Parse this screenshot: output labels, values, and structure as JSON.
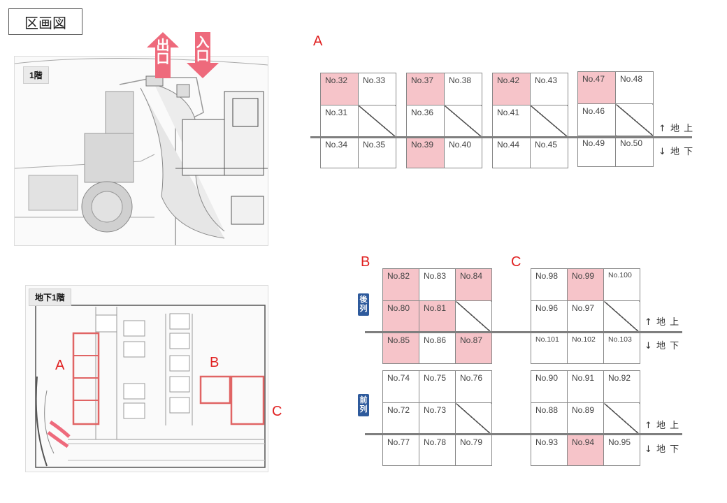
{
  "title": "区画図",
  "floor1": {
    "label": "1階",
    "exit_label": "出口",
    "entrance_label": "入口"
  },
  "floor_b1": {
    "label": "地下1階"
  },
  "plan_letters": {
    "a": "A",
    "b": "B",
    "c": "C"
  },
  "sections": {
    "a": {
      "label": "A"
    },
    "b": {
      "label": "B"
    },
    "c": {
      "label": "C"
    }
  },
  "directions": {
    "above": "↑ 地 上",
    "below": "↓ 地 下"
  },
  "row_tags": {
    "back": "後列",
    "front": "前列"
  },
  "colors": {
    "highlight": "#f6c4c9",
    "accent_red": "#e02020",
    "arrow_pink": "#ee6a7c",
    "row_tag_blue": "#2e5a9c"
  },
  "blocks": {
    "a1": {
      "top": [
        {
          "label": "No.32",
          "hl": true
        },
        {
          "label": "No.33",
          "hl": false
        }
      ],
      "middle": {
        "label": "No.31",
        "hl": false
      },
      "bottom": [
        {
          "label": "No.34",
          "hl": false
        },
        {
          "label": "No.35",
          "hl": false
        }
      ]
    },
    "a2": {
      "top": [
        {
          "label": "No.37",
          "hl": true
        },
        {
          "label": "No.38",
          "hl": false
        }
      ],
      "middle": {
        "label": "No.36",
        "hl": false
      },
      "bottom": [
        {
          "label": "No.39",
          "hl": true
        },
        {
          "label": "No.40",
          "hl": false
        }
      ]
    },
    "a3": {
      "top": [
        {
          "label": "No.42",
          "hl": true
        },
        {
          "label": "No.43",
          "hl": false
        }
      ],
      "middle": {
        "label": "No.41",
        "hl": false
      },
      "bottom": [
        {
          "label": "No.44",
          "hl": false
        },
        {
          "label": "No.45",
          "hl": false
        }
      ]
    },
    "a4": {
      "top": [
        {
          "label": "No.47",
          "hl": true
        },
        {
          "label": "No.48",
          "hl": false
        }
      ],
      "middle": {
        "label": "No.46",
        "hl": false
      },
      "bottom": [
        {
          "label": "No.49",
          "hl": false
        },
        {
          "label": "No.50",
          "hl": false
        }
      ]
    },
    "b_back": {
      "top": [
        {
          "label": "No.82",
          "hl": true
        },
        {
          "label": "No.83",
          "hl": false
        },
        {
          "label": "No.84",
          "hl": true
        }
      ],
      "middle": [
        {
          "label": "No.80",
          "hl": true
        },
        {
          "label": "No.81",
          "hl": true
        }
      ],
      "bottom": [
        {
          "label": "No.85",
          "hl": true
        },
        {
          "label": "No.86",
          "hl": false
        },
        {
          "label": "No.87",
          "hl": true
        }
      ]
    },
    "b_front": {
      "top": [
        {
          "label": "No.74",
          "hl": false
        },
        {
          "label": "No.75",
          "hl": false
        },
        {
          "label": "No.76",
          "hl": false
        }
      ],
      "middle": [
        {
          "label": "No.72",
          "hl": false
        },
        {
          "label": "No.73",
          "hl": false
        }
      ],
      "bottom": [
        {
          "label": "No.77",
          "hl": false
        },
        {
          "label": "No.78",
          "hl": false
        },
        {
          "label": "No.79",
          "hl": false
        }
      ]
    },
    "c_back": {
      "top": [
        {
          "label": "No.98",
          "hl": false
        },
        {
          "label": "No.99",
          "hl": true
        },
        {
          "label": "No.100",
          "hl": false
        }
      ],
      "middle": [
        {
          "label": "No.96",
          "hl": false
        },
        {
          "label": "No.97",
          "hl": false
        }
      ],
      "bottom": [
        {
          "label": "No.101",
          "hl": false
        },
        {
          "label": "No.102",
          "hl": false
        },
        {
          "label": "No.103",
          "hl": false
        }
      ]
    },
    "c_front": {
      "top": [
        {
          "label": "No.90",
          "hl": false
        },
        {
          "label": "No.91",
          "hl": false
        },
        {
          "label": "No.92",
          "hl": false
        }
      ],
      "middle": [
        {
          "label": "No.88",
          "hl": false
        },
        {
          "label": "No.89",
          "hl": false
        }
      ],
      "bottom": [
        {
          "label": "No.93",
          "hl": false
        },
        {
          "label": "No.94",
          "hl": true
        },
        {
          "label": "No.95",
          "hl": false
        }
      ]
    }
  }
}
